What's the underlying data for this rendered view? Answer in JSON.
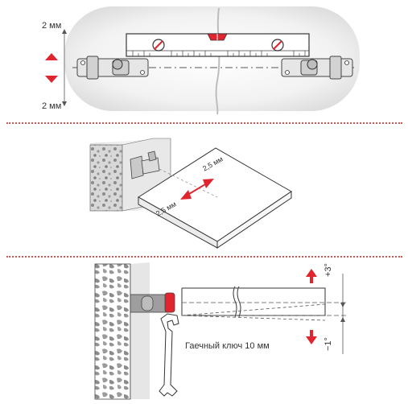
{
  "panel1": {
    "offset_top": "2 мм",
    "offset_bottom": "2 мм"
  },
  "panel2": {
    "gap_a": "2,5 мм",
    "gap_b": "2,5 мм"
  },
  "panel3": {
    "wrench_label": "Гаечный ключ 10 мм",
    "angle_up": "+3°",
    "angle_down": "−1°"
  },
  "colors": {
    "accent": "#e0252e",
    "separator": "#d9534f",
    "line": "#555555"
  }
}
